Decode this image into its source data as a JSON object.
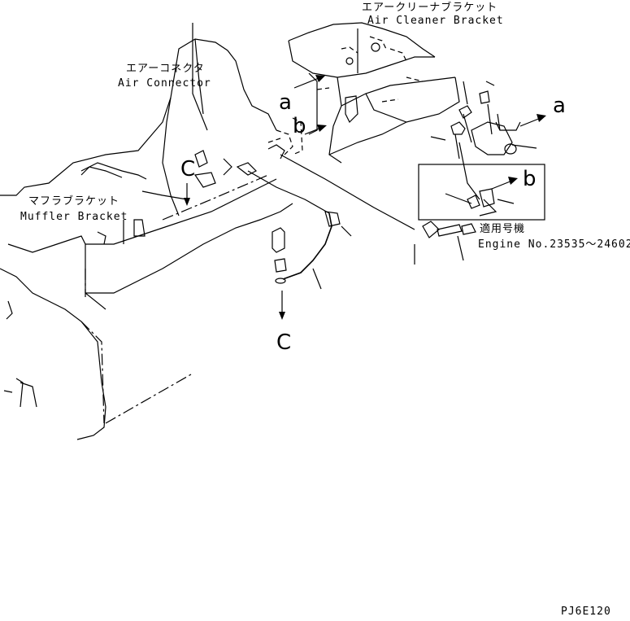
{
  "labels": {
    "air_cleaner_bracket_jp": "エアークリーナブラケット",
    "air_cleaner_bracket_en": "Air Cleaner Bracket",
    "air_connector_jp": "エアーコネクタ",
    "air_connector_en": "Air Connector",
    "muffler_bracket_jp": "マフラブラケット",
    "muffler_bracket_en": "Muffler Bracket",
    "applicable_jp": "適用号機",
    "engine_no": "Engine No.23535〜24602",
    "drawing_code": "PJ6E120"
  },
  "callouts": {
    "a_main": "a",
    "b_main": "b",
    "c_main": "C",
    "a_detail": "a",
    "b_detail": "b",
    "c_detail": "C"
  }
}
